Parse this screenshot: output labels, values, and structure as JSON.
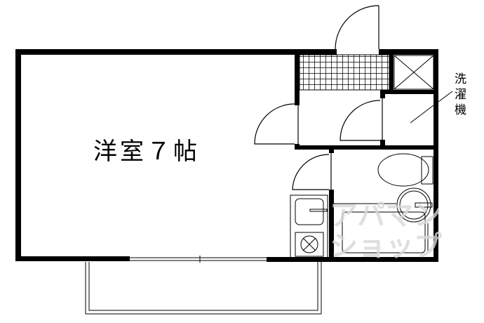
{
  "rooms": {
    "main_room": "洋室７帖"
  },
  "labels": {
    "washing_machine": "洗濯機"
  },
  "watermark": {
    "line1": "アパマン",
    "line2": "ショップ"
  },
  "colors": {
    "wall": "#000000",
    "watermark": "#d8d8d8"
  }
}
